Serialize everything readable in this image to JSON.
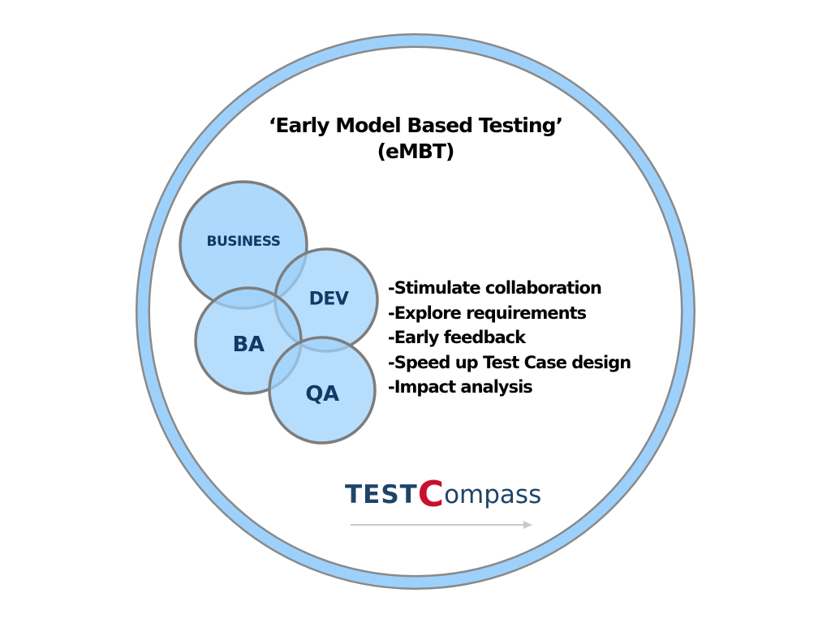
{
  "title": {
    "line1": "‘Early Model Based Testing’",
    "line2": "(eMBT)"
  },
  "circles": [
    {
      "label": "BUSINESS"
    },
    {
      "label": "DEV"
    },
    {
      "label": "BA"
    },
    {
      "label": "QA"
    }
  ],
  "bullets": [
    "-Stimulate collaboration",
    "-Explore requirements",
    "-Early feedback",
    "-Speed up Test Case design",
    "-Impact analysis"
  ],
  "logo": {
    "part1": "TEST",
    "c": "C",
    "part2": "ompass"
  },
  "colors": {
    "ring": "#9dd1fb",
    "circle_fill": "#9fd2fb",
    "overlap": "#5fb3f6",
    "text_dark": "#0f3a66",
    "logo_red": "#c8102e"
  }
}
